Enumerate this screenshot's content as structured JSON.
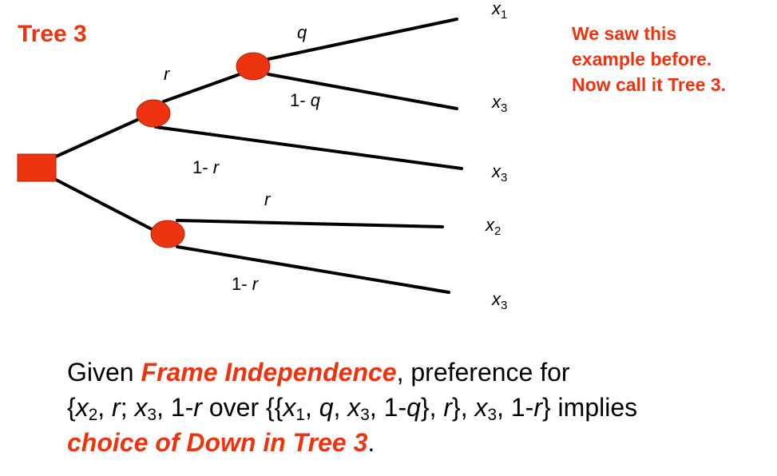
{
  "title": "Tree 3",
  "note": [
    "We saw this",
    "example before.",
    "Now call it Tree 3."
  ],
  "colors": {
    "accent": "#ee3311",
    "node": "#ee3311",
    "line": "#000000"
  },
  "tree": {
    "prob_labels": {
      "q": "q",
      "one_minus_q": "1- q",
      "r_top": "r",
      "one_minus_r_top": "1- r",
      "r_bottom": "r",
      "one_minus_r_bottom": "1- r"
    },
    "prefix_one_minus": "1- ",
    "var_q": "q",
    "var_r": "r",
    "outcome_letter": "x",
    "outcomes": [
      "1",
      "3",
      "3",
      "2",
      "3"
    ]
  },
  "caption": {
    "line1": {
      "pre": "Given ",
      "emph": "Frame Independence",
      "post": ", preference for"
    },
    "line2": {
      "open": "{",
      "x": "x",
      "sub2": "2",
      "sub3": "3",
      "sub1": "1",
      "r": "r",
      "q": "q",
      "one_minus": "1-",
      "over": " over {{",
      "implies": "} implies"
    },
    "line3": {
      "emph": "choice of Down in Tree 3",
      "post": "."
    }
  }
}
